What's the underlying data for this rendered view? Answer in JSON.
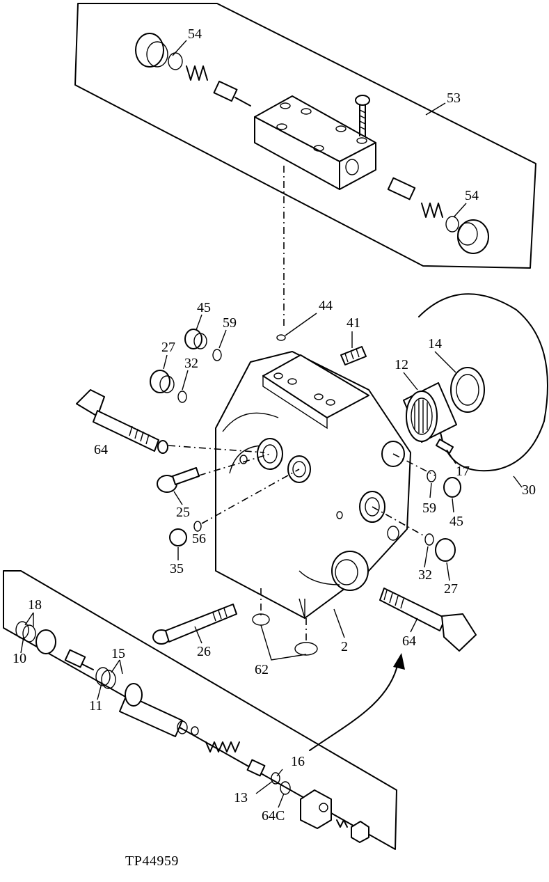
{
  "figure_id": "TP44959",
  "callouts": {
    "c54a": "54",
    "c53": "53",
    "c54b": "54",
    "c45a": "45",
    "c59a": "59",
    "c44": "44",
    "c41": "41",
    "c27a": "27",
    "c32a": "32",
    "c14": "14",
    "c12": "12",
    "c64a": "64",
    "c17": "17",
    "c30": "30",
    "c25": "25",
    "c59b": "59",
    "c45b": "45",
    "c35": "35",
    "c56": "56",
    "c32b": "32",
    "c27b": "27",
    "c18": "18",
    "c10": "10",
    "c15": "15",
    "c11": "11",
    "c26": "26",
    "c62": "62",
    "c2": "2",
    "c64b": "64",
    "c16": "16",
    "c13": "13",
    "c64c": "64C"
  }
}
